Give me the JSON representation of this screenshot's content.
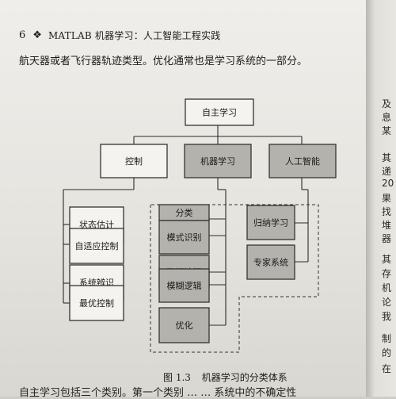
{
  "header": {
    "page_number": "6",
    "ornament": "❖",
    "chapter_title": "MATLAB 机器学习：人工智能工程实践"
  },
  "paragraph_top": "航天器或者飞行器轨迹类型。优化通常也是学习系统的一部分。",
  "diagram": {
    "root": "自主学习",
    "categories": [
      "控制",
      "机器学习",
      "人工智能"
    ],
    "control_items": [
      "状态估计",
      "自适应控制",
      "系统辨识",
      "最优控制"
    ],
    "ml_items": [
      "分类",
      "模式识别",
      "数据挖掘",
      "模糊逻辑",
      "优化"
    ],
    "ai_items": [
      "归纳学习",
      "专家系统"
    ]
  },
  "caption": {
    "number": "图 1.3",
    "title": "机器学习的分类体系"
  },
  "paragraph_bottom": "自主学习包括三个类别。第一个类别 … … 系统中的不确定性",
  "next_page_chars": [
    "及",
    "息",
    "某",
    "其",
    "递",
    "20",
    "果",
    "找",
    "堆",
    "器",
    "其",
    "存",
    "机",
    "论",
    "我",
    "制",
    "的",
    "在"
  ],
  "colors": {
    "box_white": "#f4f3f0",
    "box_gray": "#b4b2ad",
    "ink": "#1e1c1a"
  }
}
